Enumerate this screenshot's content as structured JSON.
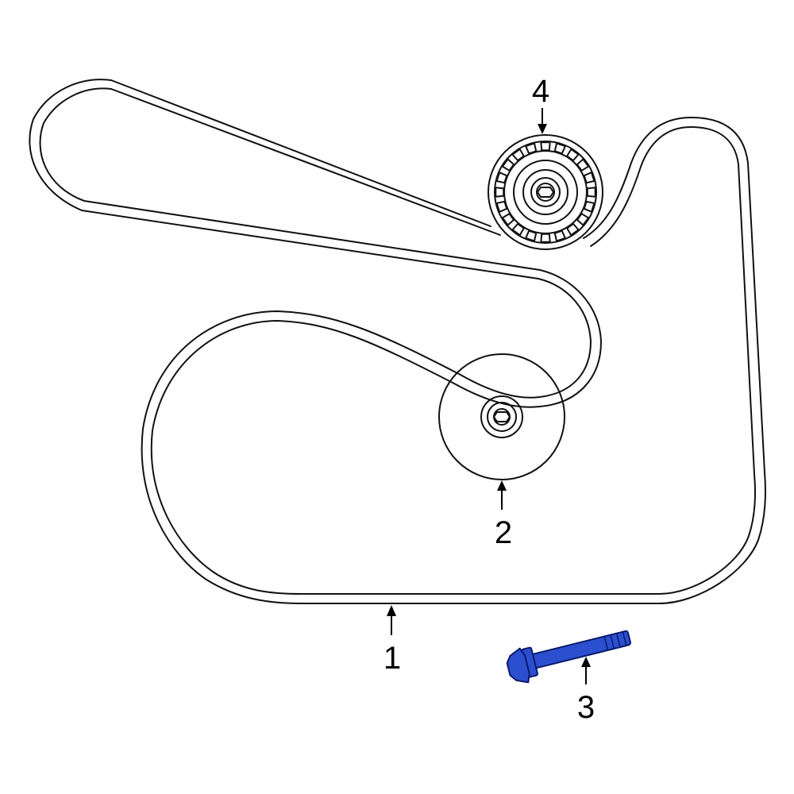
{
  "colors": {
    "line": "#111111",
    "highlight_fill": "#2c4fd0",
    "highlight_stroke": "#0a1a6a",
    "background": "#ffffff"
  },
  "callouts": {
    "belt": "1",
    "pulley": "2",
    "bolt": "3",
    "idler_pulley": "4"
  }
}
